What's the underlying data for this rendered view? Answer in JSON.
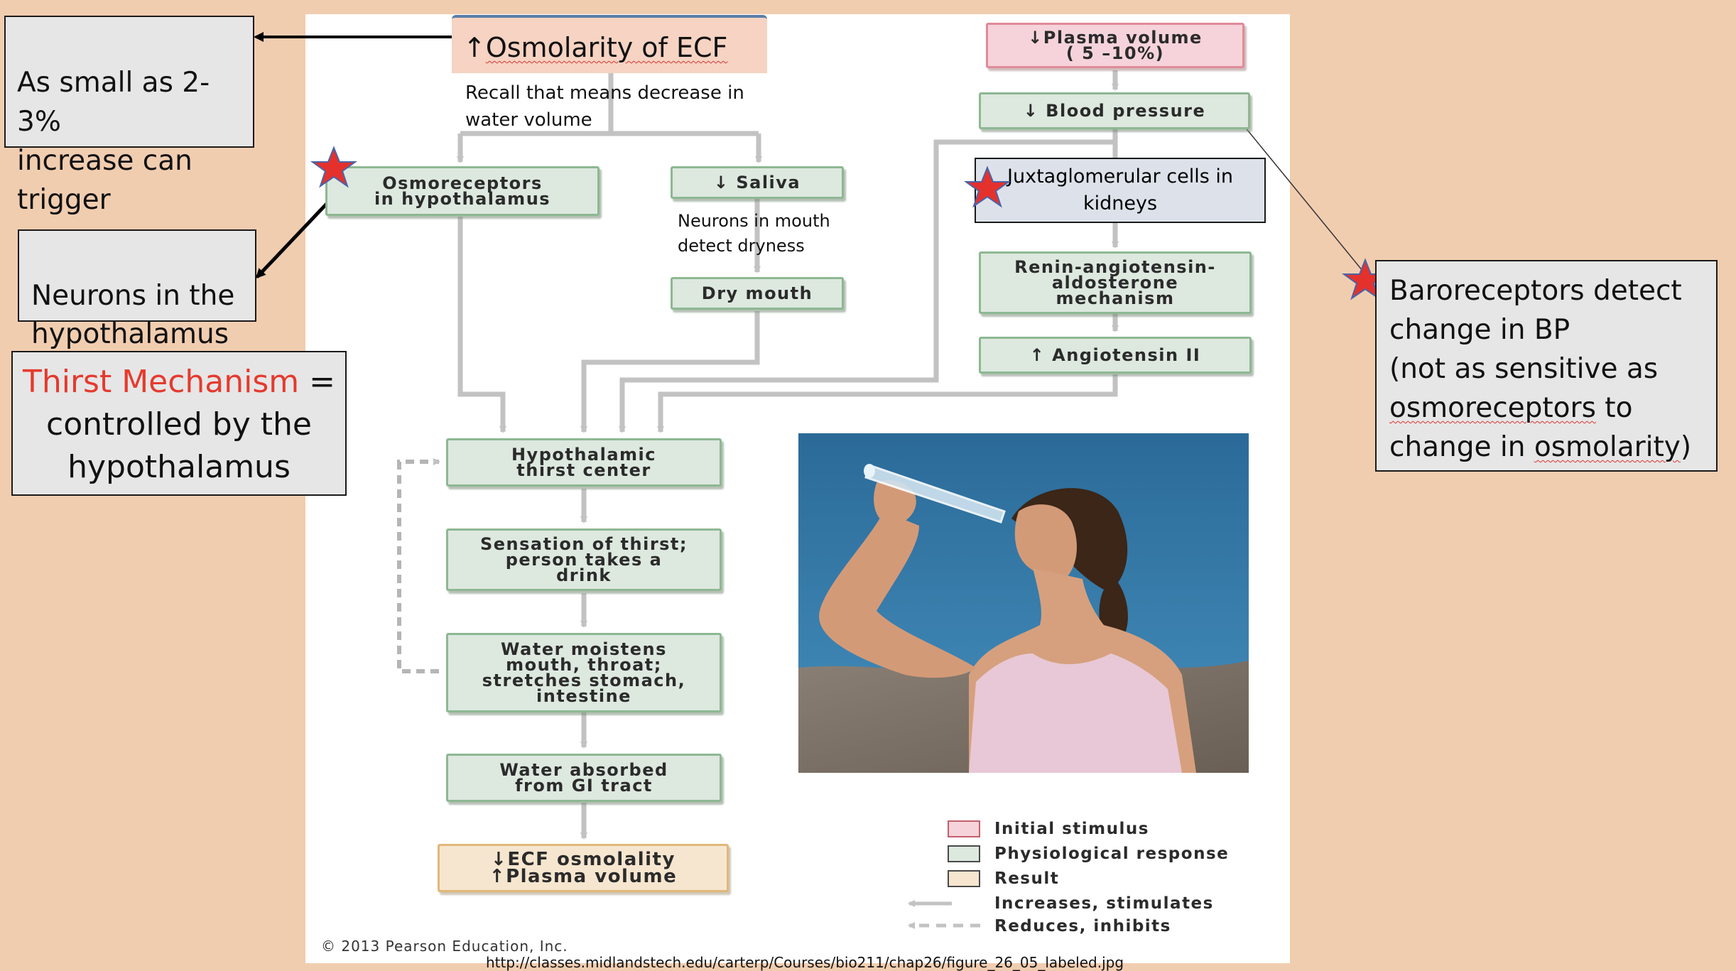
{
  "callouts": {
    "trigger": "As small as 2-3%\nincrease can\ntrigger",
    "neurons": "Neurons in the\nhypothalamus",
    "thirst_red": "Thirst Mechanism",
    "thirst_rest1": " =",
    "thirst_rest2": "controlled by the\nhypothalamus",
    "baro_line1": "Baroreceptors detect",
    "baro_line2": "change in BP",
    "baro_line3": "(not as sensitive as",
    "baro_line4": "osmoreceptors",
    "baro_line4b": " to",
    "baro_line5a": "change in ",
    "baro_line5b": "osmolarity",
    "baro_line5c": ")"
  },
  "diagram": {
    "osmolarity_arrow": "↑",
    "osmolarity": "Osmolarity of ECF",
    "recall_note": "Recall that means decrease in\nwater volume",
    "plasma_volume": "↓Plasma volume\n( 5 –10%)",
    "blood_pressure": "↓ Blood pressure",
    "osmoreceptors": "Osmoreceptors\nin hypothalamus",
    "saliva": "↓ Saliva",
    "mouth_note": "Neurons in mouth\ndetect dryness",
    "dry_mouth": "Dry mouth",
    "juxtaglomerular": "Juxtaglomerular cells in\nkidneys",
    "raas": "Renin-angiotensin-\naldosterone\nmechanism",
    "angiotensin": "↑ Angiotensin II",
    "thirst_center": "Hypothalamic\nthirst center",
    "sensation": "Sensation of thirst;\nperson takes a\ndrink",
    "water_moistens": "Water moistens\nmouth, throat;\nstretches stomach,\nintestine",
    "water_absorbed": "Water absorbed\nfrom GI tract",
    "result": "↓ECF osmolality\n↑Plasma volume"
  },
  "legend": [
    {
      "label": "Initial stimulus",
      "color": "#f6d3da",
      "border": "#e08a98"
    },
    {
      "label": "Physiological response",
      "color": "#dde8df",
      "border": "#8db892"
    },
    {
      "label": "Result",
      "color": "#f7e6cf",
      "border": "#e0b878"
    },
    {
      "label": "Increases, stimulates"
    },
    {
      "label": "Reduces, inhibits"
    }
  ],
  "copyright": "© 2013 Pearson Education, Inc.",
  "source_url": "http://classes.midlandstech.edu/carterp/Courses/bio211/chap26/figure_26_05_labeled.jpg",
  "colors": {
    "background": "#f1cdb0",
    "star": "#e5312c",
    "star_outline": "#4a63a8",
    "thirst_red": "#e53a2e"
  }
}
